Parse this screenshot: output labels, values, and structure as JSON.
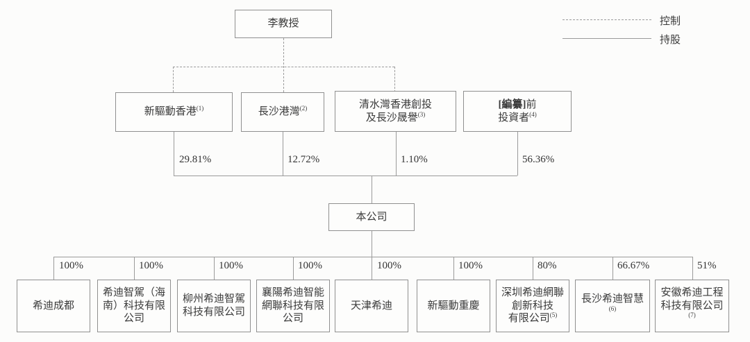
{
  "legend": {
    "control_label": "控制",
    "shareholding_label": "持股"
  },
  "root": {
    "name": "李教授"
  },
  "shareholders": [
    {
      "name": "新驅動香港",
      "note": "(1)",
      "pct": "29.81%"
    },
    {
      "name": "長沙港灣",
      "note": "(2)",
      "pct": "12.72%"
    },
    {
      "name": "清水灣香港創投\n及長沙晟譽",
      "note": "(3)",
      "pct": "1.10%"
    },
    {
      "bold": "[編纂]",
      "name": "前\n投資者",
      "note": "(4)",
      "pct": "56.36%"
    }
  ],
  "company": {
    "name": "本公司"
  },
  "subsidiaries": [
    {
      "name": "希迪成都",
      "pct": "100%"
    },
    {
      "name": "希迪智駕（海\n南）科技有限\n公司",
      "pct": "100%"
    },
    {
      "name": "柳州希迪智駕\n科技有限公司",
      "pct": "100%"
    },
    {
      "name": "襄陽希迪智能\n網聯科技有限\n公司",
      "pct": "100%"
    },
    {
      "name": "天津希迪",
      "pct": "100%"
    },
    {
      "name": "新驅動重慶",
      "pct": "100%"
    },
    {
      "name": "深圳希迪網聯\n創新科技\n有限公司",
      "note": "(5)",
      "pct": "80%"
    },
    {
      "name": "長沙希迪智慧",
      "note": "(6)",
      "pct": "66.67%"
    },
    {
      "name": "安徽希迪工程\n科技有限公司",
      "note": "(7)",
      "pct": "51%"
    }
  ]
}
